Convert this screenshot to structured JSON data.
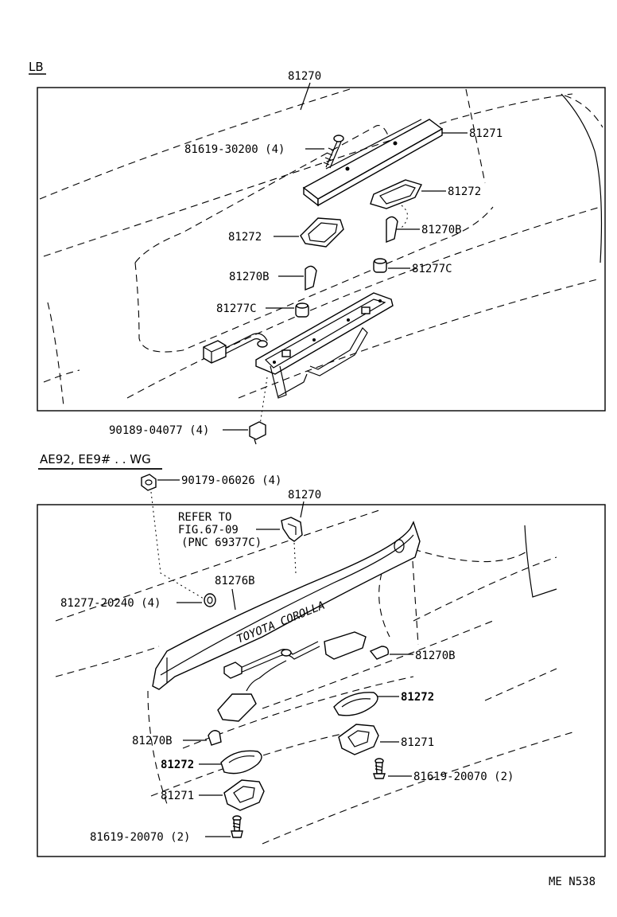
{
  "section_lb": {
    "title": "LB",
    "assembly": "81270",
    "labels": {
      "screw": "81619-30200 (4)",
      "housing": "81271",
      "lens_right": "81272",
      "lens_left": "81272",
      "bulb_right": "81270B",
      "bulb_left": "81270B",
      "socket_right": "81277C",
      "socket_left": "81277C",
      "clip": "90189-04077 (4)"
    }
  },
  "section_wg": {
    "title": "AE92, EE9# . . WG",
    "nut": "90179-06026 (4)",
    "assembly": "81270",
    "refer_line1": "REFER TO",
    "refer_line2": "FIG.67-09",
    "refer_line3": "(PNC 69377C)",
    "garnish": "81276B",
    "grommet": "81277-20240 (4)",
    "emblem_text": "TOYOTA COROLLA",
    "bulb_right": "81270B",
    "lens_right": "81272",
    "housing_right": "81271",
    "screw_right": "81619-20070 (2)",
    "bulb_left": "81270B",
    "lens_left": "81272",
    "housing_left": "81271",
    "screw_left": "81619-20070 (2)"
  },
  "footer": {
    "code": "ME  N538"
  }
}
